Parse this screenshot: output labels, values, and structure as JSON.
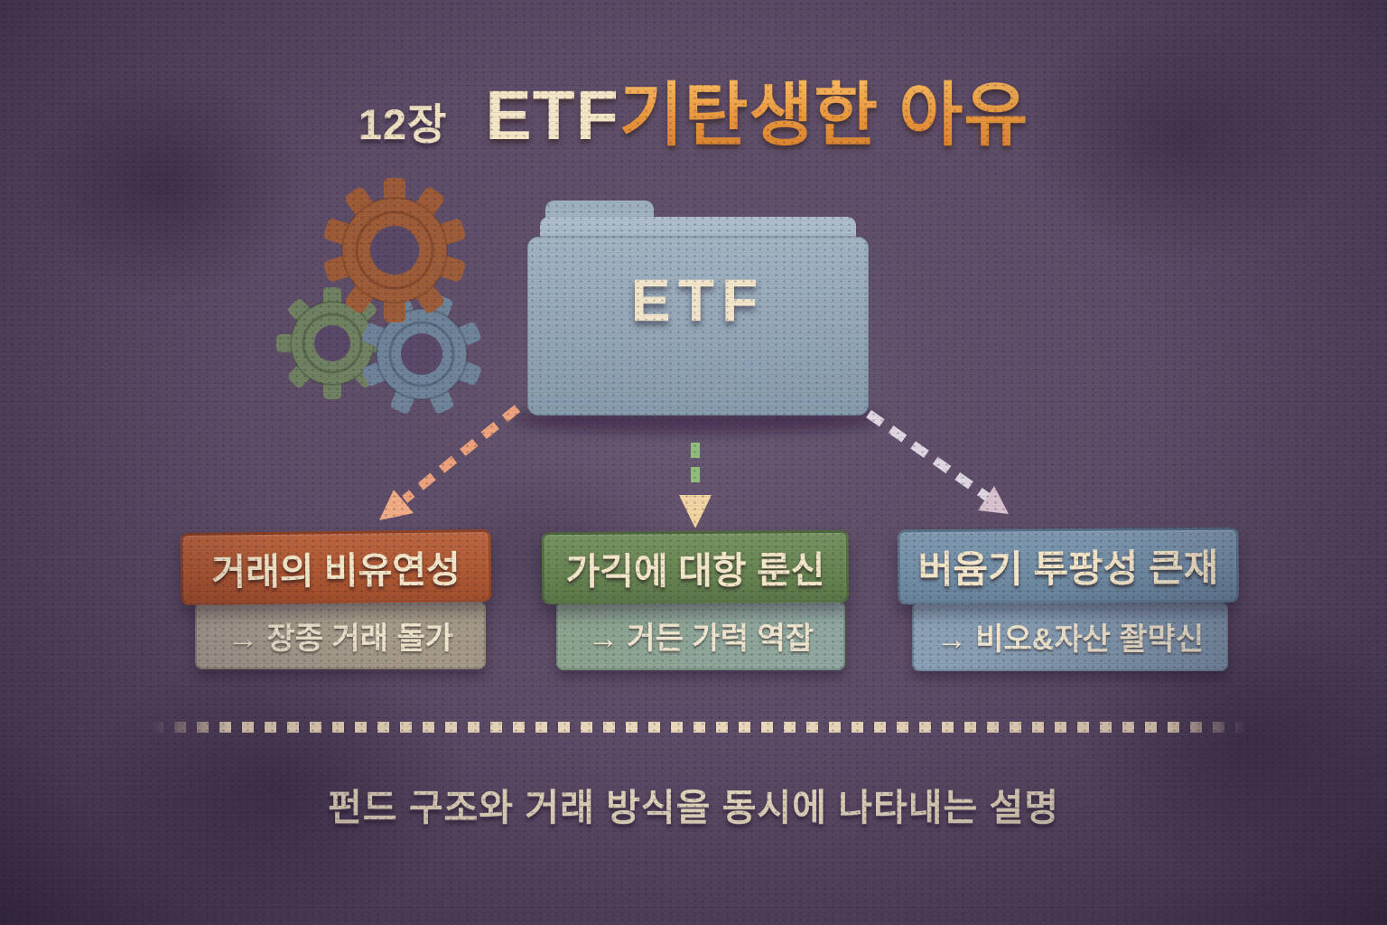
{
  "title": {
    "chapter": "12장",
    "main": "ETF",
    "accent": "기탄생한 아유"
  },
  "folder": {
    "label": "ETF"
  },
  "branches": [
    {
      "header": "거래의 비유연성",
      "detail": "→ 장종 거래 돌가"
    },
    {
      "header": "가긱에 대항 룬신",
      "detail": "→ 거든 가럭 역잡"
    },
    {
      "header": "버윰기 투팡성 큰재",
      "detail": "→ 비오&자산 좔먁신"
    }
  ],
  "caption": "펀드 구조와 거래 방식을 동시에 나타내는 설명",
  "colors": {
    "background": "#5e4d68",
    "title_cream": "#f3e6c6",
    "title_accent": "#ef9e3e",
    "folder": "#93a7b7",
    "gear_orange": "#b5714a",
    "gear_green": "#8a9b7d",
    "gear_blue": "#8296a9",
    "branch_left_header": "#ad5732",
    "branch_left_detail": "#a89d8c",
    "branch_mid_header": "#64824f",
    "branch_mid_detail": "#8ca596",
    "branch_right_header": "#718da5",
    "branch_right_detail": "#8097ad",
    "arrow_left": "#eda179",
    "arrow_mid_dash": "#8fbc78",
    "arrow_mid_head": "#f1d4a0",
    "arrow_right": "#ded6e1",
    "divider": "#ecd9bd"
  }
}
